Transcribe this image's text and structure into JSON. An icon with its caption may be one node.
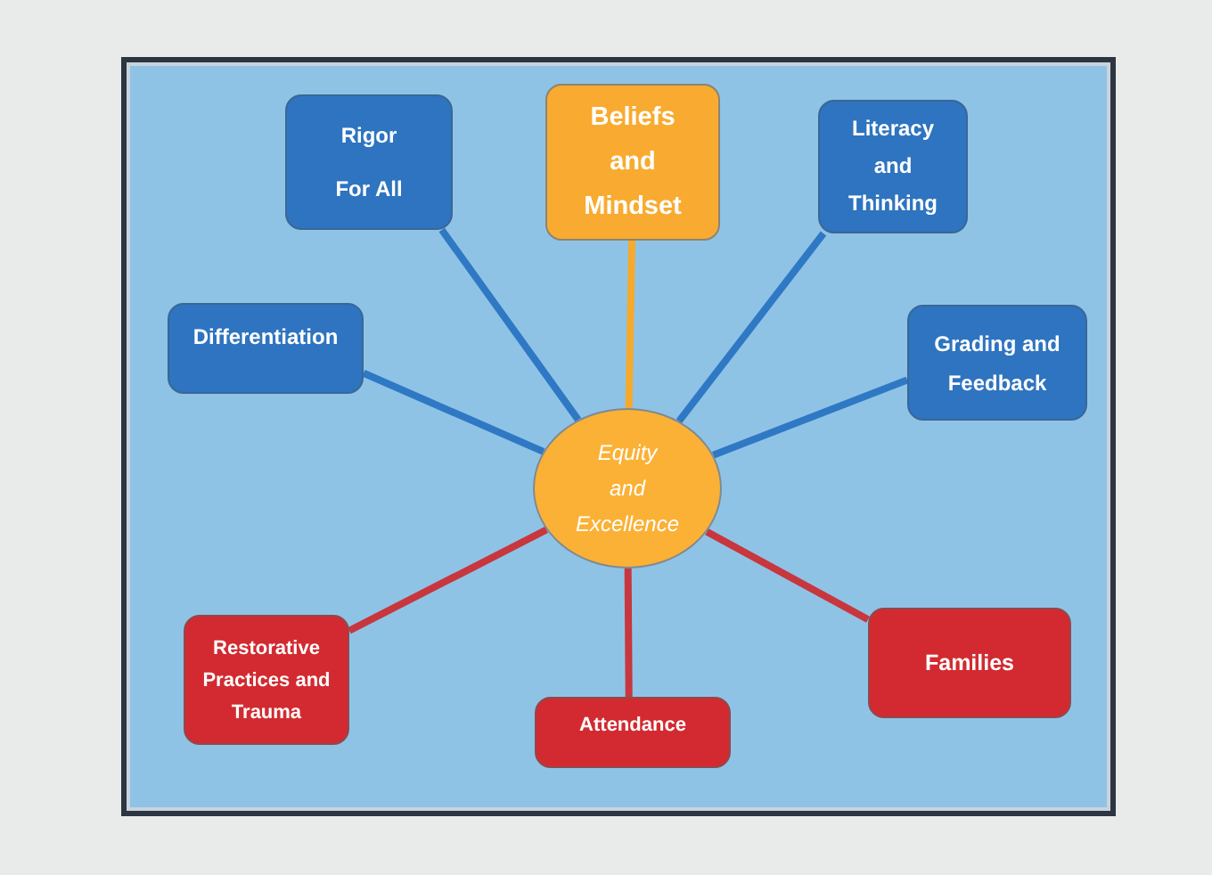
{
  "diagram": {
    "nodes": [
      {
        "text": [
          "Rigor For All"
        ]
      },
      {
        "text": [
          "Beliefs and Mindset"
        ]
      },
      {
        "text": [
          "Literacy and Thinking"
        ]
      },
      {
        "text": [
          "Differentiation"
        ]
      },
      {
        "text": [
          "Grading and Feedback"
        ]
      },
      {
        "text": [
          "Equity and Excellence"
        ]
      },
      {
        "text": [
          "Restorative Practices and Trauma"
        ]
      },
      {
        "text": [
          "Families"
        ]
      },
      {
        "text": [
          "Attendance"
        ]
      }
    ],
    "edges": [
      {
        "from": 5,
        "to": 0,
        "arrow": "none"
      },
      {
        "from": 5,
        "to": 1,
        "arrow": "none",
        "color": "#f5aa2c"
      },
      {
        "from": 5,
        "to": 2,
        "arrow": "none"
      },
      {
        "from": 5,
        "to": 3,
        "arrow": "none"
      },
      {
        "from": 5,
        "to": 4,
        "arrow": "none"
      },
      {
        "from": 5,
        "to": 6,
        "arrow": "none",
        "color": "#c8363e"
      },
      {
        "from": 5,
        "to": 7,
        "arrow": "none",
        "color": "#c8363e"
      },
      {
        "from": 5,
        "to": 8,
        "arrow": "none",
        "color": "#c8363e"
      }
    ]
  }
}
